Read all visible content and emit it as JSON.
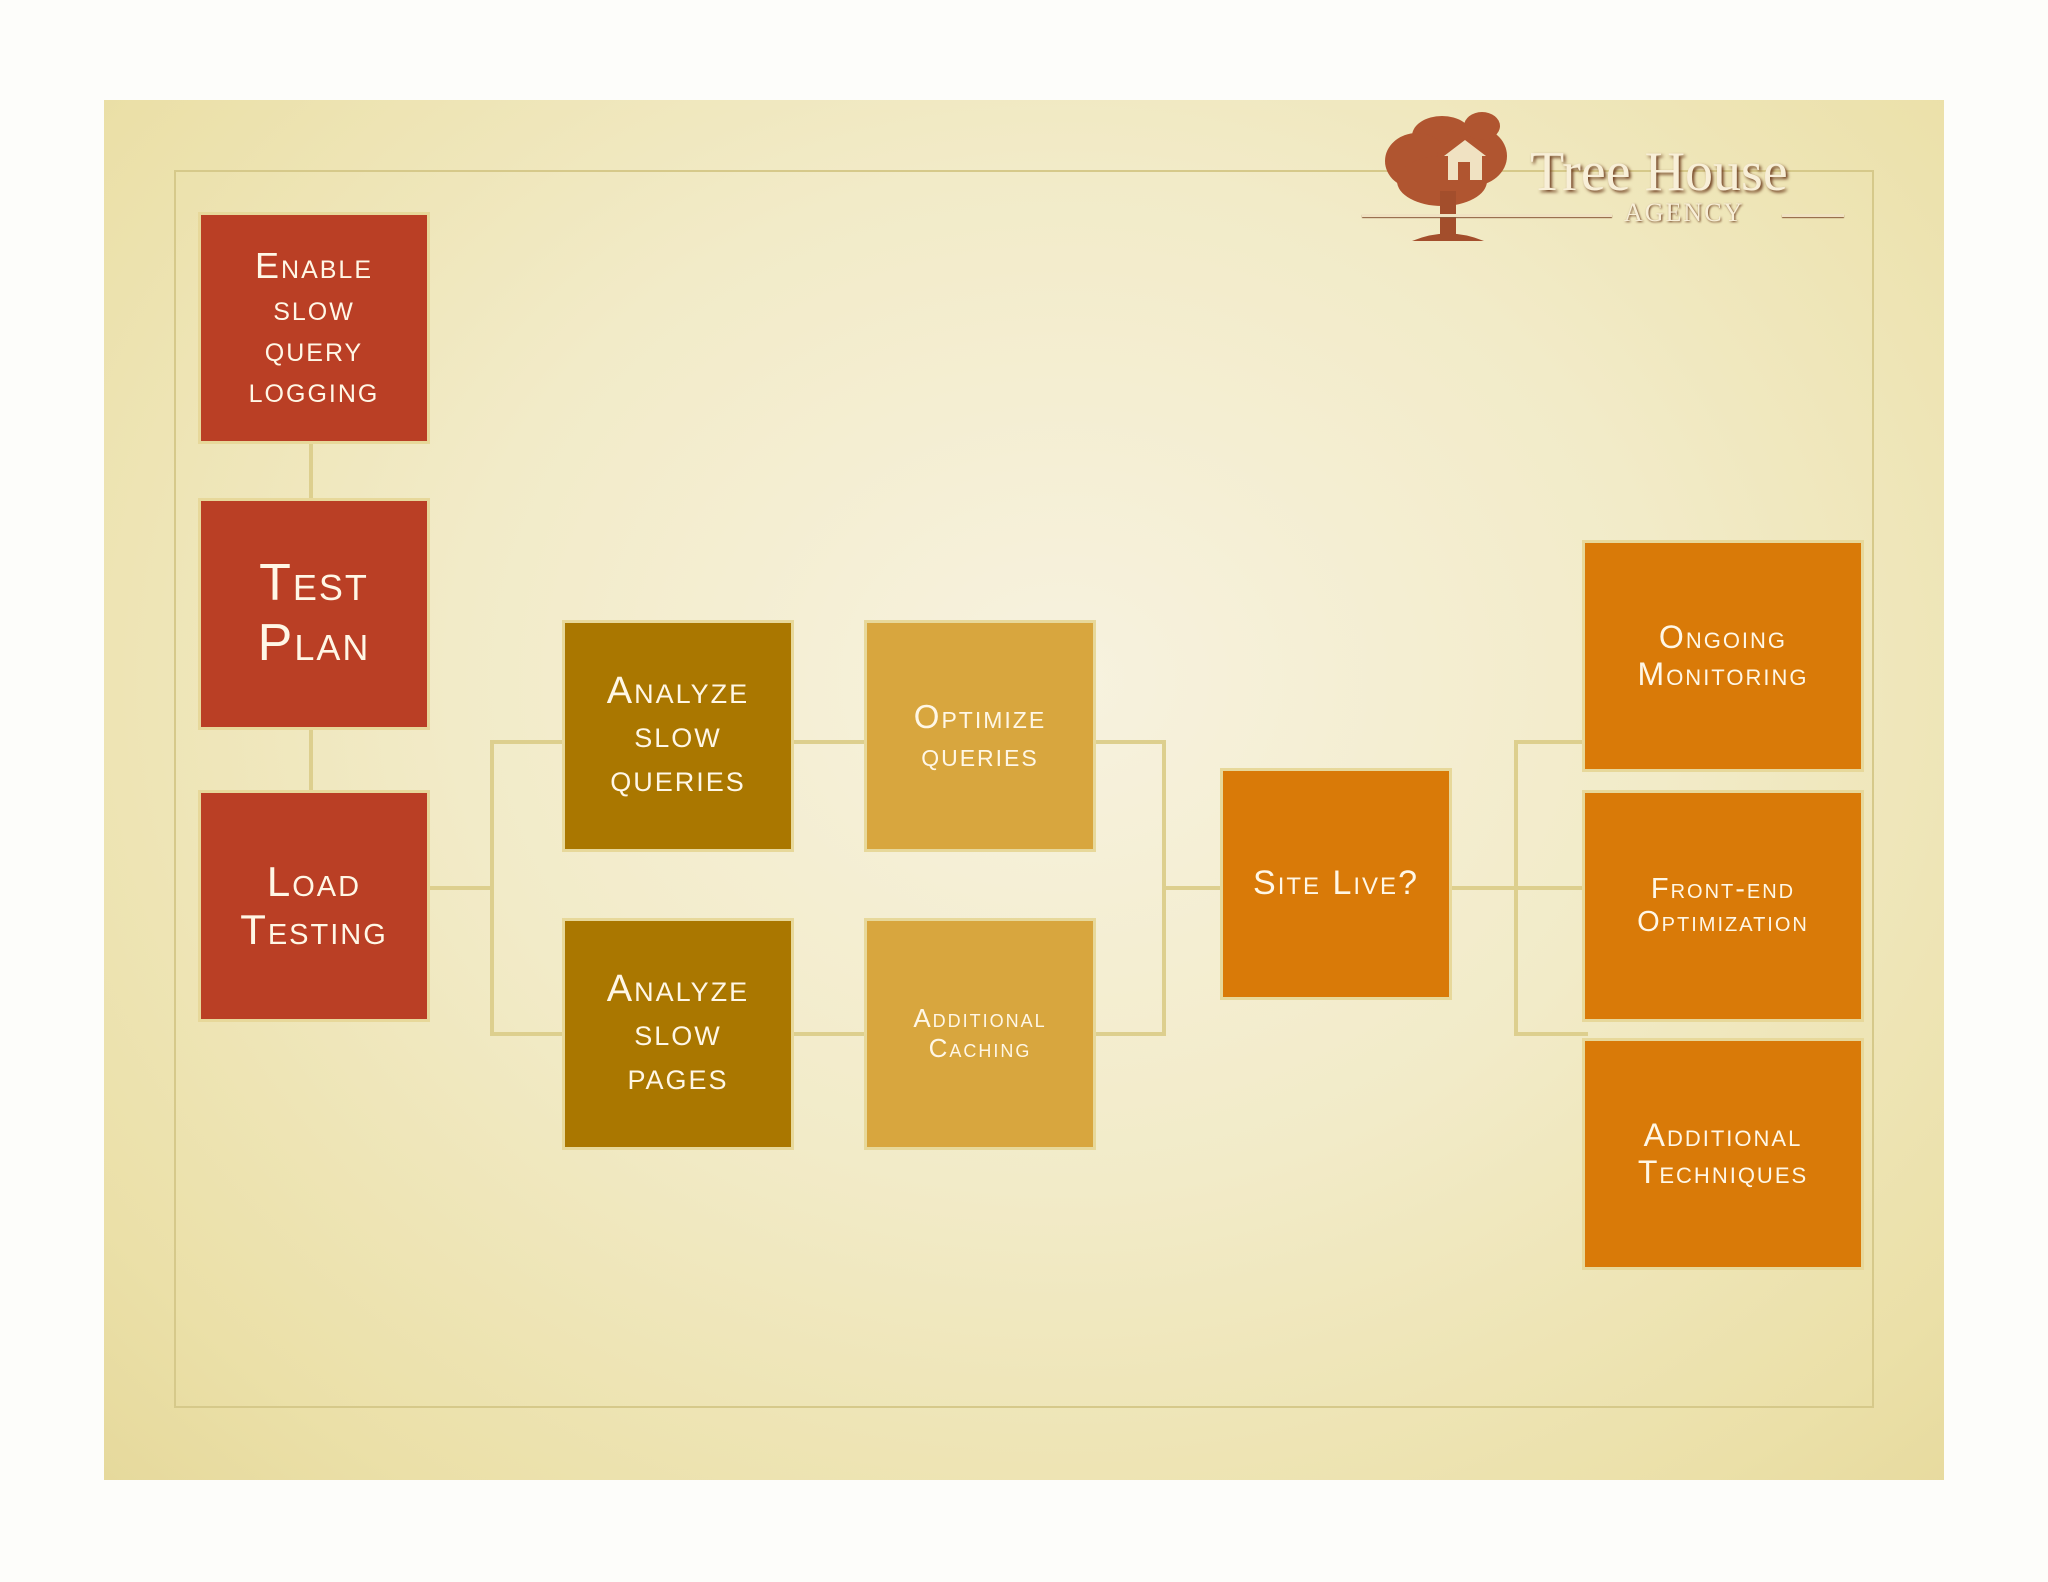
{
  "logo": {
    "name": "Tree House",
    "sub": "AGENCY"
  },
  "boxes": {
    "enable_logging": "Enable\nslow\nquery\nlogging",
    "test_plan": "Test\nPlan",
    "load_testing": "Load\nTesting",
    "analyze_queries": "Analyze\nslow\nqueries",
    "analyze_pages": "Analyze\nslow\npages",
    "optimize_queries": "Optimize\nqueries",
    "additional_caching": "Additional\nCaching",
    "site_live": "Site Live?",
    "ongoing_monitoring": "Ongoing\nMonitoring",
    "frontend_optimization": "Front-end\nOptimization",
    "additional_techniques": "Additional\nTechniques"
  },
  "colors": {
    "red": "#ba3f25",
    "brown": "#aa7700",
    "tan": "#d8a63e",
    "orange": "#d97a08",
    "connector": "#ddcf8e"
  }
}
